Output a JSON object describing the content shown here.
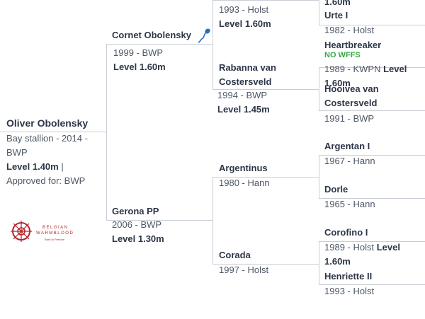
{
  "horse": {
    "name": "Oliver Obolensky",
    "desc_line1": "Bay stallion - 2014 -",
    "desc_line2": "BWP",
    "level": "Level 1.40m",
    "sep": " |",
    "approved": "Approved for: BWP",
    "logo_line1": "BELGIAN",
    "logo_line2": "WARMBLOOD",
    "logo_tag": "Bred to Perform"
  },
  "sire": {
    "name": "Cornet Obolensky",
    "meta": "1999 - BWP",
    "level": "Level 1.60m"
  },
  "dam": {
    "name": "Gerona PP",
    "meta": "2006 - BWP",
    "level": "Level 1.30m"
  },
  "gen3": [
    {
      "name": "",
      "meta": "1993 - Holst",
      "level": "Level 1.60m"
    },
    {
      "name": "Rabanna van Costersveld",
      "meta": "1994 - BWP",
      "level": "Level 1.45m"
    },
    {
      "name": "Argentinus",
      "meta": "1980 - Hann",
      "level": ""
    },
    {
      "name": "Corada",
      "meta": "1997 - Holst",
      "level": ""
    }
  ],
  "gen4": [
    {
      "name": "",
      "meta": "",
      "level": "1.60m"
    },
    {
      "name": "Urte I",
      "meta": "1982 - Holst",
      "level": ""
    },
    {
      "name": "Heartbreaker",
      "flag": "NO WFFS",
      "meta": "1989 - KWPN",
      "level": "Level 1.60m"
    },
    {
      "name": "Hooivea van Costersveld",
      "meta": "1991 - BWP",
      "level": ""
    },
    {
      "name": "Argentan I",
      "meta": "1967 - Hann",
      "level": ""
    },
    {
      "name": "Dorle",
      "meta": "1965 - Hann",
      "level": ""
    },
    {
      "name": "Corofino I",
      "meta": "1989 - Holst",
      "level": "Level",
      "level2": "1.60m"
    },
    {
      "name": "Henriette II",
      "meta": "1993 - Holst",
      "level": ""
    }
  ],
  "colors": {
    "accent": "#3aa845",
    "brand_red": "#b3262d",
    "line": "#c9ced6"
  },
  "icons": {
    "sire_icon": "sperm-icon",
    "logo_icon": "compass-icon"
  }
}
